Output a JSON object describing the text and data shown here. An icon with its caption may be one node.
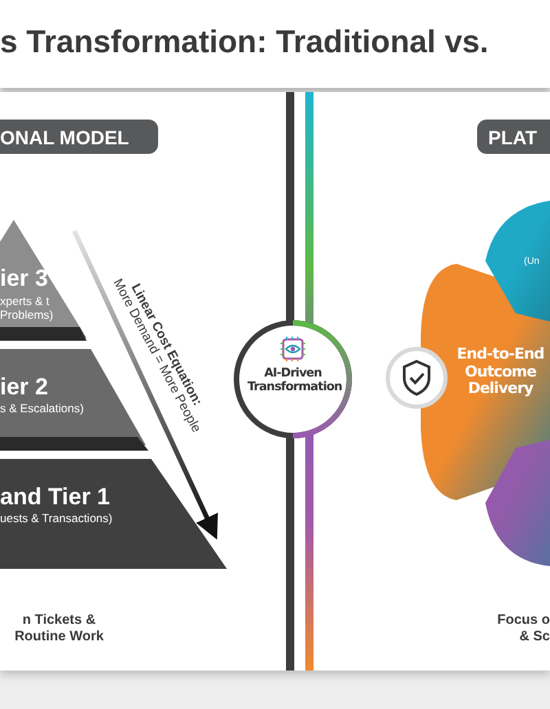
{
  "diagram": {
    "title": "s Transformation: Traditional vs.",
    "nodes": [
      {
        "text": [
          "ONAL MODEL"
        ]
      },
      {
        "text": [
          "PLAT"
        ]
      },
      {
        "text": [
          "ier 3",
          "xperts & t Problems)"
        ]
      },
      {
        "text": [
          "ier 2",
          "s & Escalations)"
        ]
      },
      {
        "text": [
          "and Tier 1",
          "uests & Transactions)"
        ]
      },
      {
        "text": [
          "AI-Driven Transformation"
        ]
      },
      {
        "text": [
          "End-to-End Outcome Delivery"
        ]
      },
      {
        "text": [
          "(Un"
        ]
      },
      {
        "text": [],
        "shape": "petal"
      }
    ],
    "labels": [
      "Linear Cost Equation:",
      "More Demand = More People",
      "n Tickets & Routine Work",
      "Focus o & Sc"
    ]
  }
}
